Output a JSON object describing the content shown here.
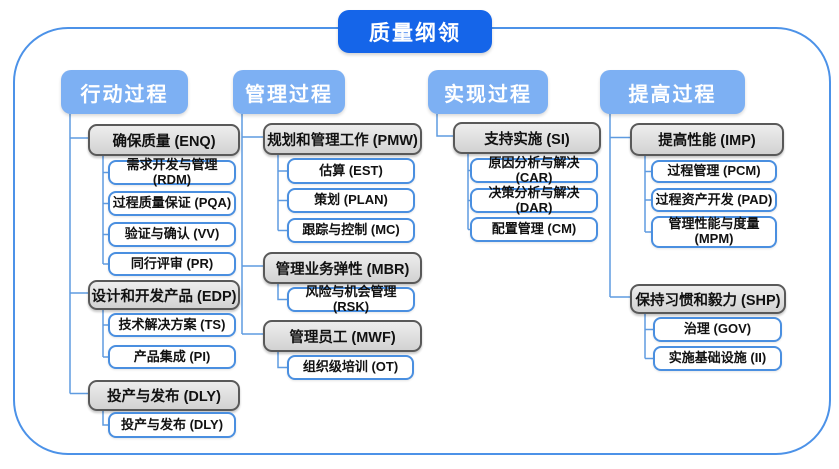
{
  "title": "质量纲领",
  "colors": {
    "title_bg": "#1565E9",
    "header_bg": "#7DB0F3",
    "gray_fill": "#D9D9D9",
    "gray_border": "#595959",
    "leaf_border": "#4A8FE0",
    "connector": "#5F9BE0",
    "frame_border": "#4C92E8"
  },
  "columns": [
    {
      "header": "行动过程",
      "groups": [
        {
          "label": "确保质量 (ENQ)",
          "children": [
            "需求开发与管理 (RDM)",
            "过程质量保证 (PQA)",
            "验证与确认 (VV)",
            "同行评审 (PR)"
          ]
        },
        {
          "label": "设计和开发产品 (EDP)",
          "children": [
            "技术解决方案 (TS)",
            "产品集成 (PI)"
          ]
        },
        {
          "label": "投产与发布 (DLY)",
          "children": [
            "投产与发布 (DLY)"
          ]
        }
      ]
    },
    {
      "header": "管理过程",
      "groups": [
        {
          "label": "规划和管理工作 (PMW)",
          "children": [
            "估算 (EST)",
            "策划 (PLAN)",
            "跟踪与控制 (MC)"
          ]
        },
        {
          "label": "管理业务弹性 (MBR)",
          "children": [
            "风险与机会管理 (RSK)"
          ]
        },
        {
          "label": "管理员工 (MWF)",
          "children": [
            "组织级培训 (OT)"
          ]
        }
      ]
    },
    {
      "header": "实现过程",
      "groups": [
        {
          "label": "支持实施 (SI)",
          "children": [
            "原因分析与解决 (CAR)",
            "决策分析与解决 (DAR)",
            "配置管理 (CM)"
          ]
        }
      ]
    },
    {
      "header": "提高过程",
      "groups": [
        {
          "label": "提高性能 (IMP)",
          "children": [
            "过程管理 (PCM)",
            "过程资产开发 (PAD)",
            "管理性能与度量 (MPM)"
          ]
        },
        {
          "label": "保持习惯和毅力 (SHP)",
          "children": [
            "治理 (GOV)",
            "实施基础设施 (II)"
          ]
        }
      ]
    }
  ]
}
